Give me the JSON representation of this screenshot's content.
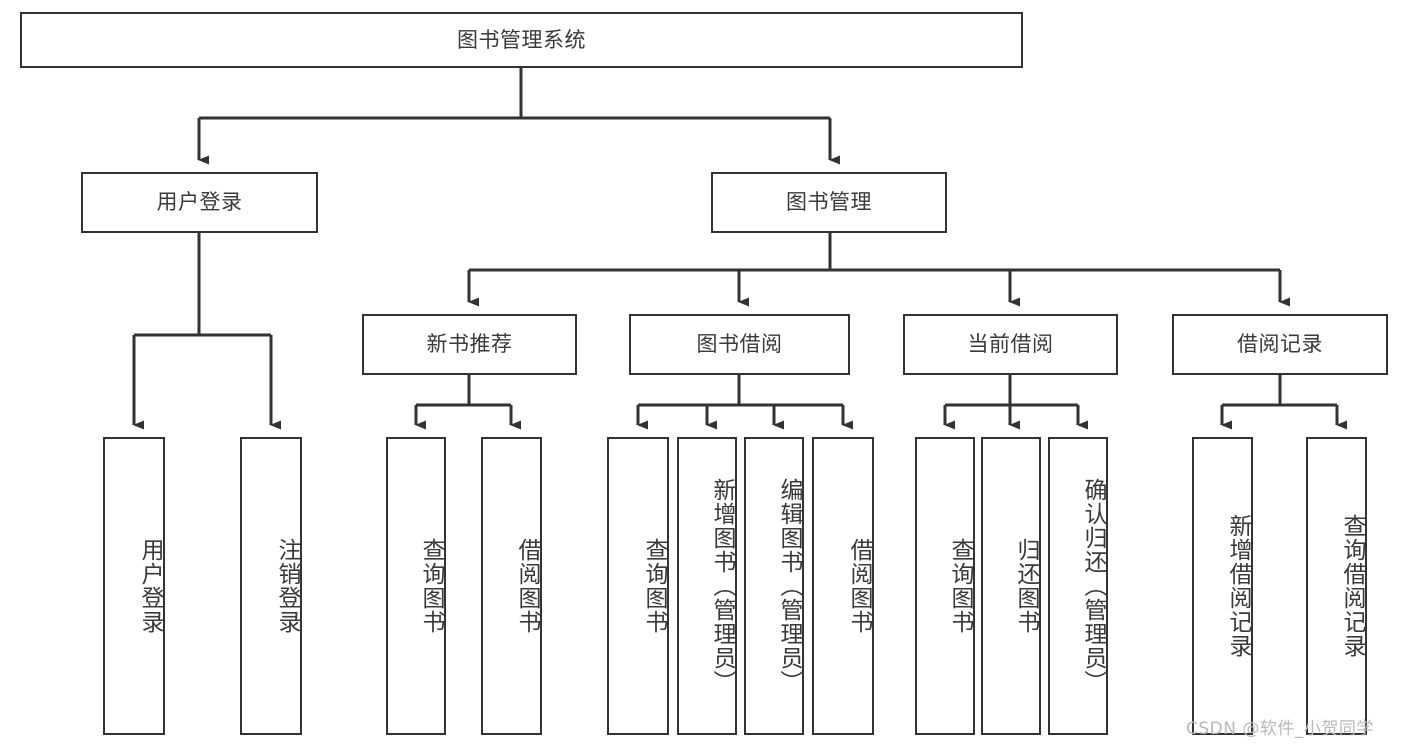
{
  "diagram": {
    "title_node": {
      "label": "图书管理系统"
    },
    "level2": [
      {
        "label": "用户登录"
      },
      {
        "label": "图书管理"
      }
    ],
    "level3": [
      {
        "label": "新书推荐"
      },
      {
        "label": "图书借阅"
      },
      {
        "label": "当前借阅"
      },
      {
        "label": "借阅记录"
      }
    ],
    "leaves": {
      "user_login": [
        {
          "label": "用户登录"
        },
        {
          "label": "注销登录"
        }
      ],
      "new_book_recommend": [
        {
          "label": "查询图书"
        },
        {
          "label": "借阅图书"
        }
      ],
      "book_borrow": [
        {
          "label": "查询图书"
        },
        {
          "label": "新增图书（管理员）"
        },
        {
          "label": "编辑图书（管理员）"
        },
        {
          "label": "借阅图书"
        }
      ],
      "current_borrow": [
        {
          "label": "查询图书"
        },
        {
          "label": "归还图书"
        },
        {
          "label": "确认归还（管理员）"
        }
      ],
      "borrow_record": [
        {
          "label": "新增借阅记录"
        },
        {
          "label": "查询借阅记录"
        }
      ]
    }
  },
  "watermark": {
    "text": "CSDN @软件_小贺同学"
  },
  "colors": {
    "stroke": "#333333",
    "text": "#3a3a3a",
    "background": "#ffffff",
    "watermark": "#b9b9b9"
  }
}
